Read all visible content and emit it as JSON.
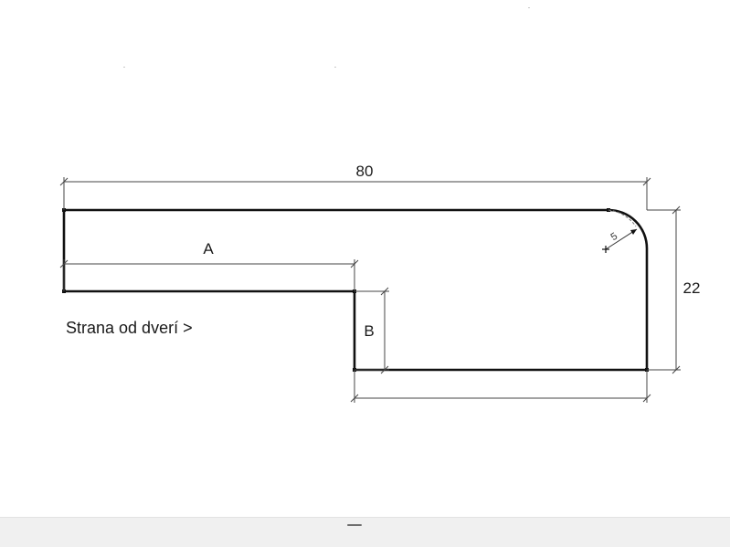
{
  "drawing": {
    "dimensions": {
      "overall_width": "80",
      "overall_height": "22",
      "left_length": "A",
      "notch_depth": "B",
      "corner_radius": "5"
    },
    "note": "Strana od dverí >",
    "colors": {
      "outline": "#111111",
      "dimension_line": "#444444",
      "radius_guide": "#777777"
    }
  },
  "bottom_bar": {
    "handle_icon": "resize-handle-icon"
  }
}
